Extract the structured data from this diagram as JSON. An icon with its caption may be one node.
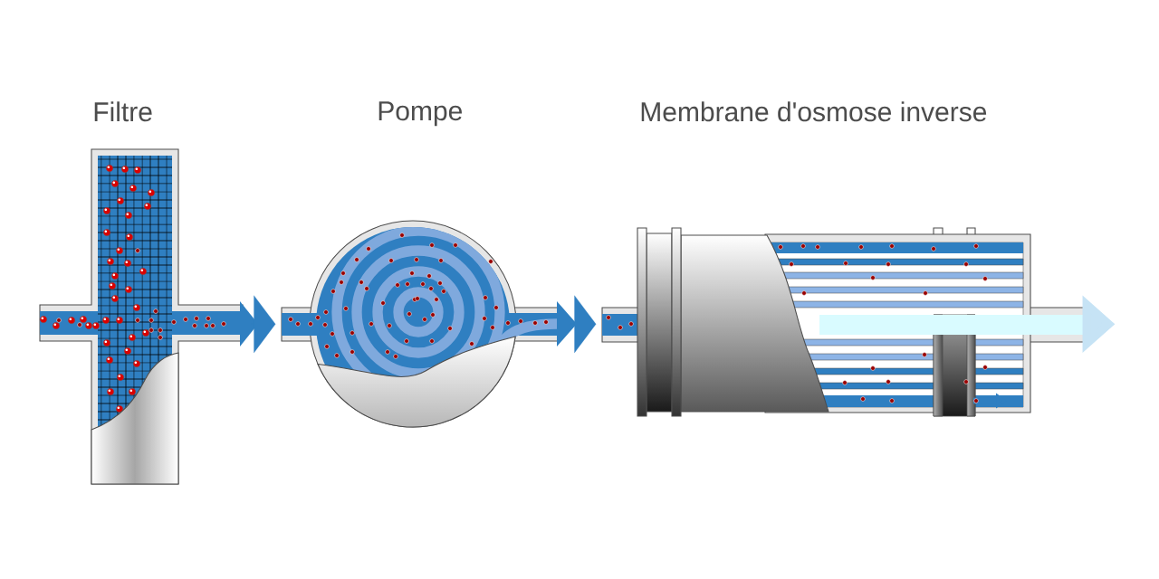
{
  "diagram": {
    "nodes": [
      {
        "text": [
          "Filtre"
        ]
      },
      {
        "text": [
          "Pompe"
        ]
      },
      {
        "text": [
          "Membrane d'osmose inverse"
        ]
      }
    ],
    "edges": [
      {
        "from": 0,
        "to": 1,
        "arrow": "to"
      },
      {
        "from": 1,
        "to": 2,
        "arrow": "to"
      },
      {
        "from": 2,
        "to": null,
        "arrow": "to",
        "color": "#c6e3f5"
      }
    ]
  }
}
